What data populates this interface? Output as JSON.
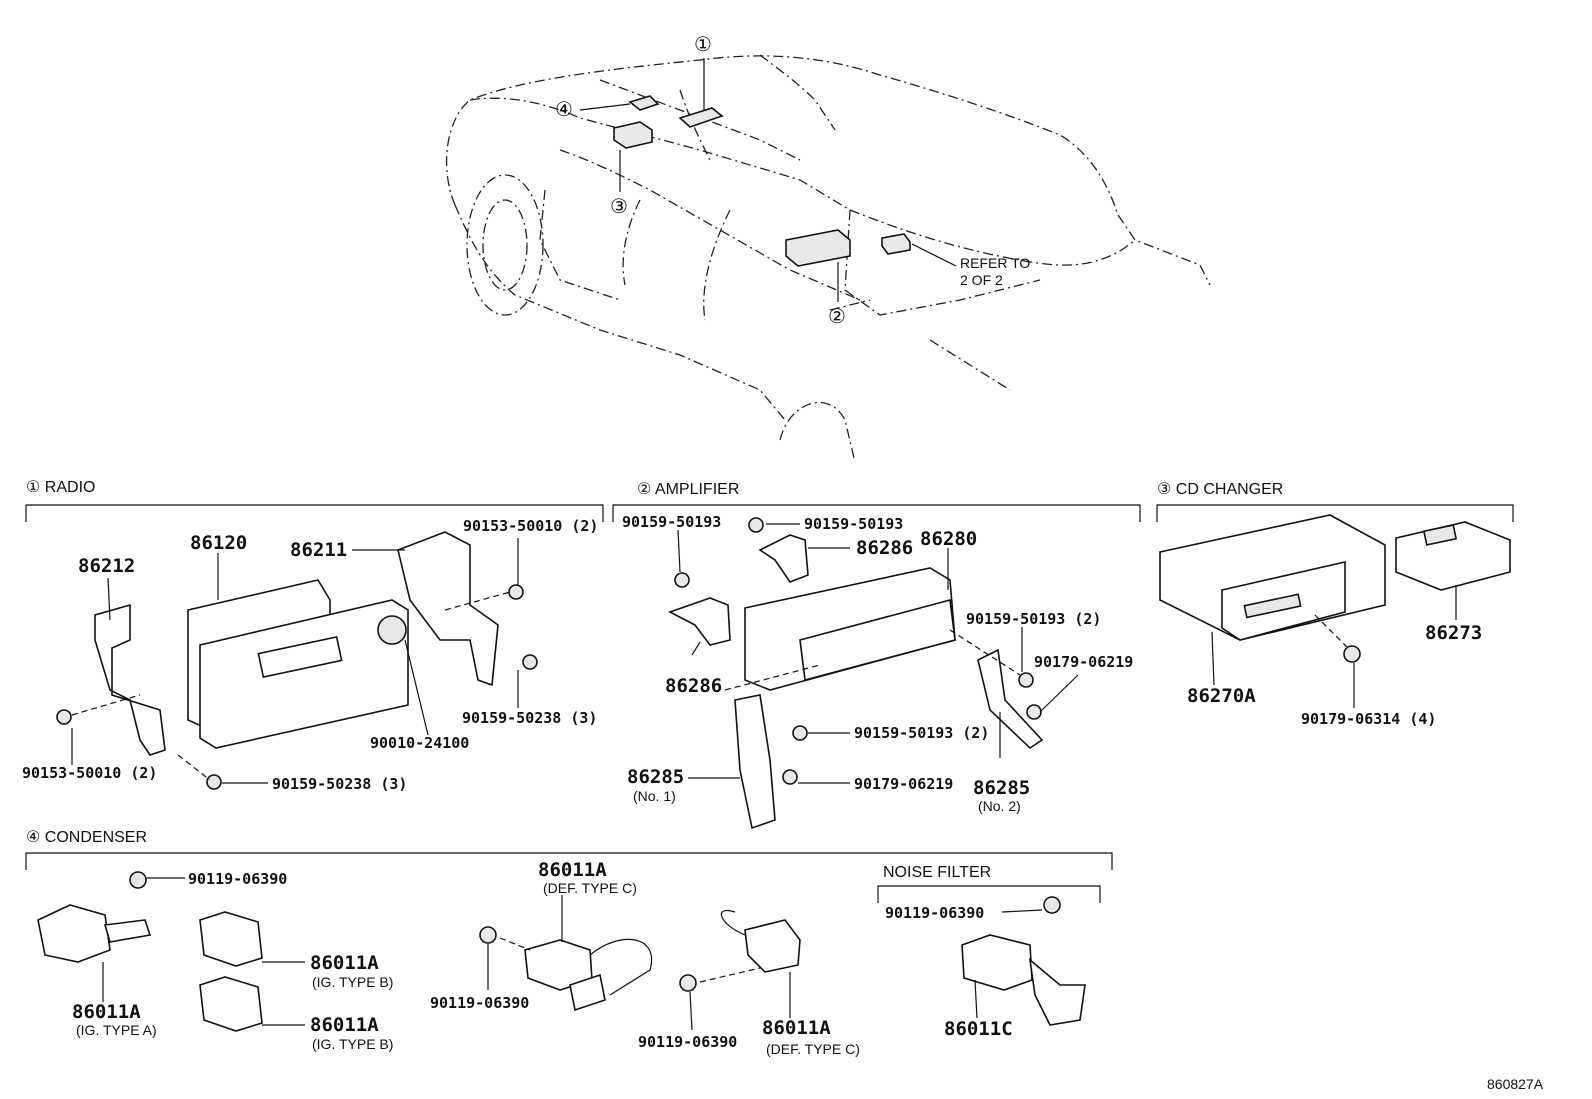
{
  "diagram": {
    "callouts": {
      "c1": "①",
      "c2": "②",
      "c3": "③",
      "c4": "④",
      "refer_to": [
        "REFER TO",
        "2 OF 2"
      ]
    },
    "sections": {
      "radio": "① RADIO",
      "amplifier": "② AMPLIFIER",
      "cd_changer": "③ CD CHANGER",
      "condenser": "④ CONDENSER",
      "noise_filter": "NOISE FILTER"
    },
    "radio_parts": {
      "p86212": "86212",
      "p86120": "86120",
      "p86211": "86211",
      "bolt_top": "90153-50010 (2)",
      "screw_right": "90159-50238 (3)",
      "knob": "90010-24100",
      "bolt_left": "90153-50010 (2)",
      "screw_bottom": "90159-50238 (3)"
    },
    "amplifier_parts": {
      "screw_a": "90159-50193",
      "screw_b": "90159-50193",
      "bracket_top": "86286",
      "unit": "86280",
      "screw_c": "90159-50193 (2)",
      "nut_a": "90179-06219",
      "bracket_left": "86286",
      "screw_d": "90159-50193 (2)",
      "nut_b": "90179-06219",
      "stay1": "86285",
      "stay1_note": "(No. 1)",
      "stay2": "86285",
      "stay2_note": "(No. 2)"
    },
    "cd_parts": {
      "changer": "86270A",
      "magazine": "86273",
      "nut": "90179-06314 (4)"
    },
    "condenser_parts": {
      "bolt1": "90119-06390",
      "c_a": "86011A",
      "c_a_note": "(IG. TYPE A)",
      "c_b1": "86011A",
      "c_b1_note": "(IG. TYPE B)",
      "c_b2": "86011A",
      "c_b2_note": "(IG. TYPE B)",
      "c_c1": "86011A",
      "c_c1_note": "(DEF. TYPE C)",
      "bolt2": "90119-06390",
      "bolt3": "90119-06390",
      "c_c2": "86011A",
      "c_c2_note": "(DEF. TYPE C)",
      "bolt4": "90119-06390",
      "filter": "86011C"
    },
    "figure_code": "860827A"
  }
}
